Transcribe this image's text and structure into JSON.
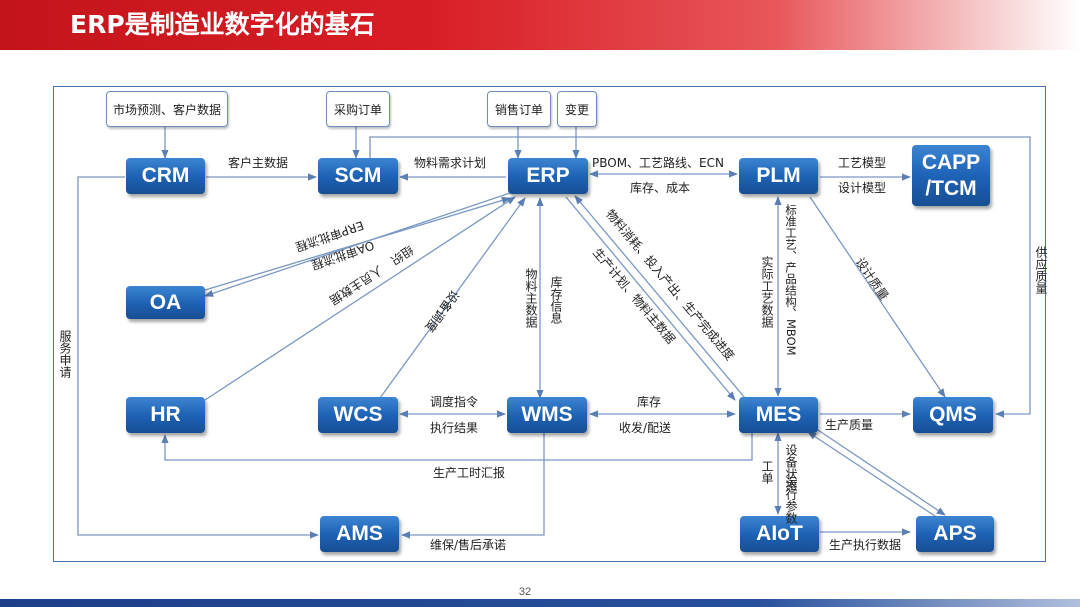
{
  "title": "ERP是制造业数字化的基石",
  "page_number": "32",
  "sources": {
    "market": "市场预测、客户数据",
    "purchase": "采购订单",
    "sales": "销售订单",
    "change": "变更"
  },
  "nodes": {
    "crm": "CRM",
    "scm": "SCM",
    "erp": "ERP",
    "plm": "PLM",
    "capp_line1": "CAPP",
    "capp_line2": "/TCM",
    "oa": "OA",
    "hr": "HR",
    "wcs": "WCS",
    "wms": "WMS",
    "mes": "MES",
    "qms": "QMS",
    "ams": "AMS",
    "aiot": "AIoT",
    "aps": "APS"
  },
  "edges": {
    "crm_scm": "客户主数据",
    "erp_scm": "物料需求计划",
    "erp_plm_top": "PBOM、工艺路线、ECN",
    "erp_plm_bottom": "库存、成本",
    "plm_capp_top": "工艺模型",
    "plm_capp_bottom": "设计模型",
    "erp_oa_1": "ERP审批流程",
    "erp_oa_2": "OA审批流程",
    "hr_erp_1": "组织",
    "hr_erp_2": "人员主数据",
    "wcs_erp": "设备调度",
    "wms_erp_1": "物料主数据",
    "wms_erp_2": "库存信息",
    "erp_mes_1": "物料消耗、投入产出、生产完成进度",
    "erp_mes_2": "生产计划、物料主数据",
    "plm_mes_1": "实际工艺数据",
    "plm_mes_2": "标准工艺、产品结构、MBOM",
    "plm_qms": "设计质量",
    "supply_quality": "供应质量",
    "service_request": "服务申请",
    "wcs_wms_top": "调度指令",
    "wcs_wms_bottom": "执行结果",
    "wms_mes_top": "库存",
    "wms_mes_bottom": "收发/配送",
    "mes_qms": "生产质量",
    "mes_hr": "生产工时汇报",
    "mes_aiot_1": "工单",
    "mes_aiot_2": "设备状态",
    "mes_aiot_3": "运行参数",
    "aiot_aps": "生产执行数据",
    "wms_ams": "维保/售后承诺"
  }
}
